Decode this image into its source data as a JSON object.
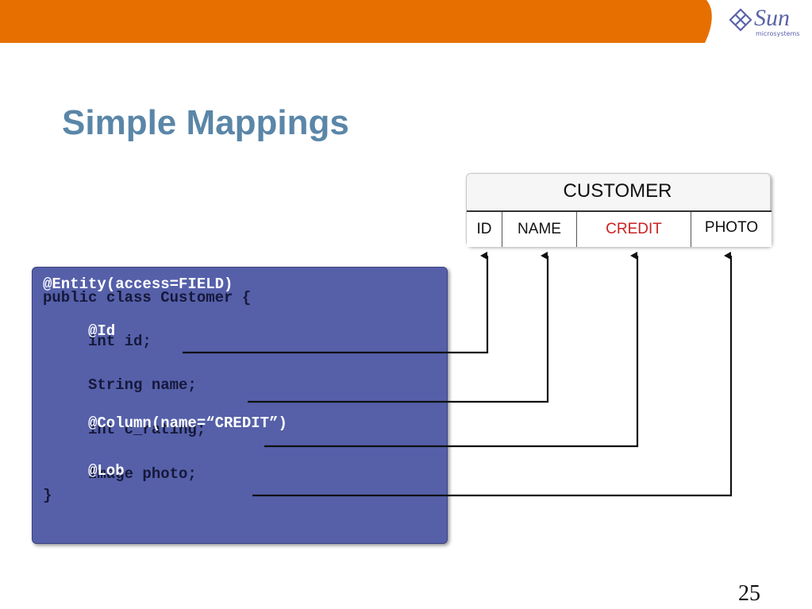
{
  "slide": {
    "title": "Simple Mappings",
    "page_number": "25"
  },
  "logo": {
    "text": "Sun",
    "subtext": "microsystems"
  },
  "table": {
    "name": "CUSTOMER",
    "columns": [
      "ID",
      "NAME",
      "CREDIT",
      "PHOTO"
    ],
    "highlight_color": "#cc2222"
  },
  "code": {
    "entity_annotation": "@Entity(access=FIELD)",
    "class_decl": "public class Customer {",
    "id_annotation": "@Id",
    "id_field": "int id;",
    "name_field": "String name;",
    "column_annotation": "@Column(name=“CREDIT”)",
    "credit_field": "int c_rating;",
    "lob_annotation": "@Lob",
    "photo_field": "Image photo;",
    "close_brace": "}"
  },
  "colors": {
    "top_bar": "#e66f00",
    "title": "#5a86a8",
    "code_background": "#5560a9"
  }
}
